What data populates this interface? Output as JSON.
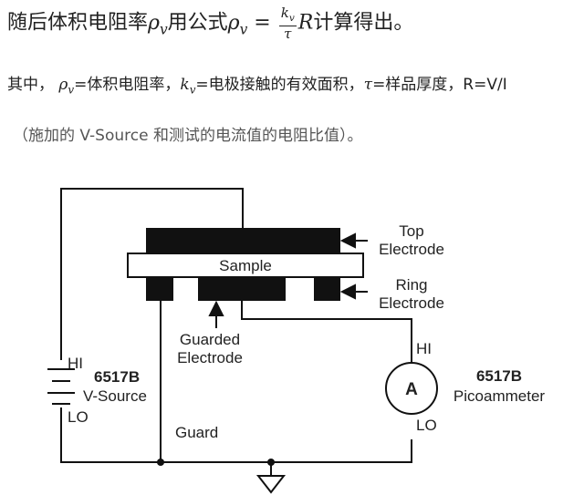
{
  "line1": {
    "prefix": "随后体积电阻率",
    "rho": "ρ",
    "v": "v",
    "mid": "用公式",
    "eq": " = ",
    "k": "k",
    "tau": "τ",
    "R": "R",
    "suffix": "计算得出。"
  },
  "line2": {
    "start": "其中，",
    "rho_def": "=体积电阻率，",
    "k_def": "=电极接触的有效面积，",
    "tau_def": "=样品厚度，R=V/I"
  },
  "line3": "（施加的 V-Source 和测试的电流值的电阻比值）。",
  "diagram": {
    "top_electrode": [
      "Top",
      "Electrode"
    ],
    "sample": "Sample",
    "ring_electrode": [
      "Ring",
      "Electrode"
    ],
    "guarded_electrode": [
      "Guarded",
      "Electrode"
    ],
    "source_model": "6517B",
    "source_name": "V-Source",
    "source_hi": "HI",
    "source_lo": "LO",
    "meter_model": "6517B",
    "meter_name": "Picoammeter",
    "meter_symbol": "A",
    "meter_hi": "HI",
    "meter_lo": "LO",
    "guard": "Guard"
  }
}
